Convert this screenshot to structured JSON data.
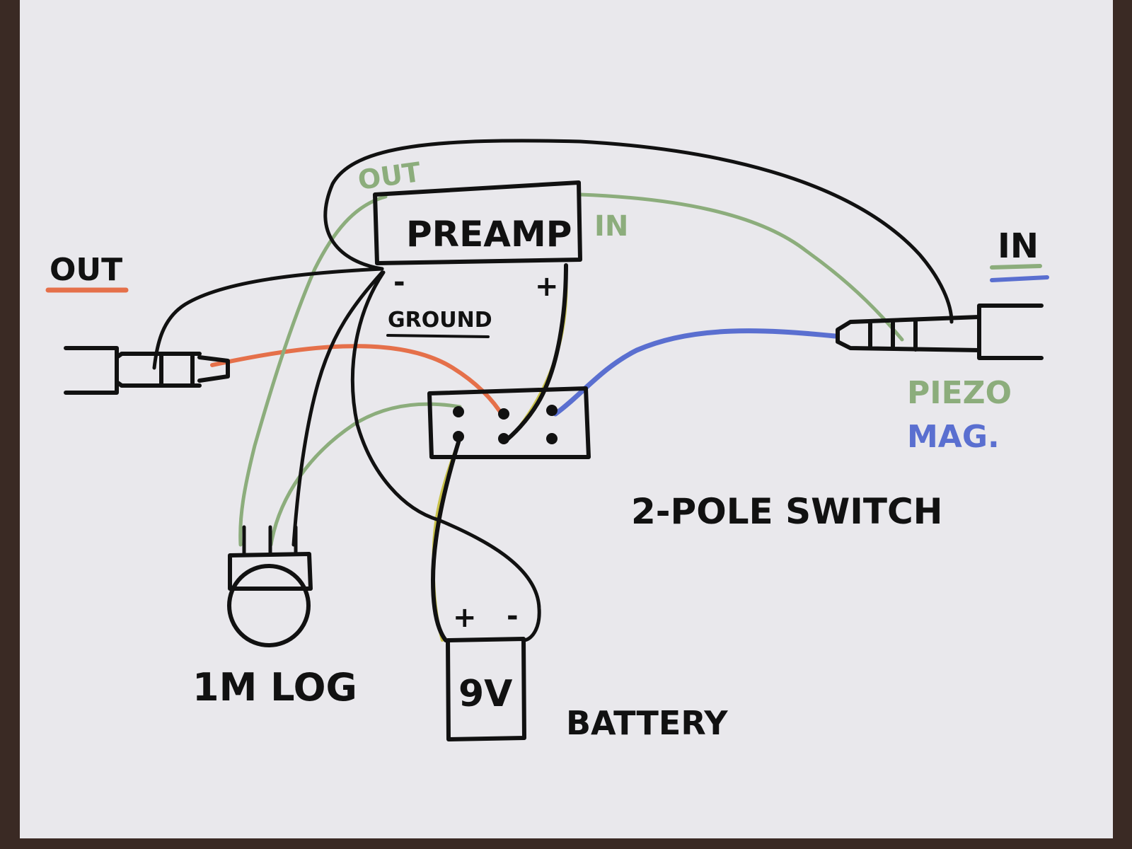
{
  "labels": {
    "out_jack": "OUT",
    "preamp_title": "PREAMP",
    "preamp_out": "OUT",
    "preamp_in": "IN",
    "preamp_minus": "-",
    "preamp_plus": "+",
    "ground": "GROUND",
    "in_jack": "IN",
    "piezo": "PIEZO",
    "mag": "MAG.",
    "switch": "2-POLE SWITCH",
    "pot": "1M LOG",
    "battery_plus": "+",
    "battery_minus": "-",
    "battery_voltage": "9V",
    "battery": "BATTERY"
  },
  "colors": {
    "paper": "#e9e8ec",
    "ink": "#111111",
    "orange": "#e5704a",
    "green": "#8cad7c",
    "blue": "#5a6fd0",
    "yellow": "#c9c24a"
  }
}
